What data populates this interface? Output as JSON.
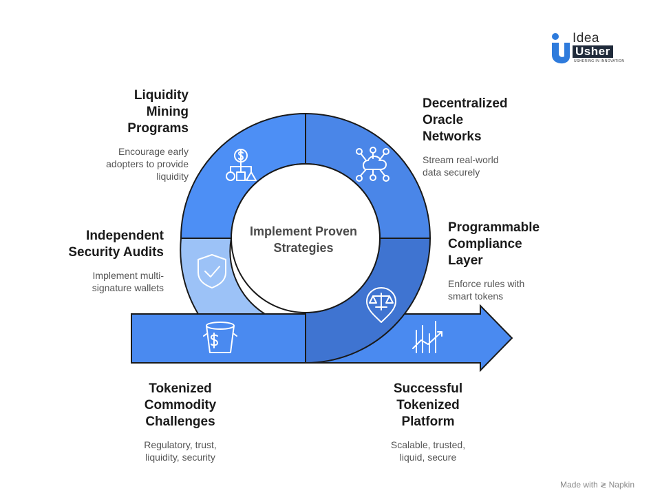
{
  "logo": {
    "line1": "Idea",
    "line2": "Usher",
    "tagline": "USHERING IN INNOVATION",
    "accent": "#2e7bdc"
  },
  "center": {
    "title": "Implement Proven Strategies"
  },
  "steps": [
    {
      "id": "liquidity",
      "title": [
        "Liquidity",
        "Mining",
        "Programs"
      ],
      "desc": [
        "Encourage early",
        "adopters to provide",
        "liquidity"
      ],
      "icon": "dollar-network-icon",
      "color": "#4d8ff5"
    },
    {
      "id": "oracle",
      "title": [
        "Decentralized",
        "Oracle",
        "Networks"
      ],
      "desc": [
        "Stream real-world",
        "data securely"
      ],
      "icon": "cloud-network-icon",
      "color": "#4a86e8"
    },
    {
      "id": "compliance",
      "title": [
        "Programmable",
        "Compliance",
        "Layer"
      ],
      "desc": [
        "Enforce rules with",
        "smart tokens"
      ],
      "icon": "scales-icon",
      "color": "#3f74d1"
    },
    {
      "id": "audits",
      "title": [
        "Independent",
        "Security Audits"
      ],
      "desc": [
        "Implement multi-",
        "signature wallets"
      ],
      "icon": "shield-check-icon",
      "color": "#9cc2f7"
    },
    {
      "id": "challenges",
      "title": [
        "Tokenized",
        "Commodity",
        "Challenges"
      ],
      "desc": [
        "Regulatory, trust,",
        "liquidity, security"
      ],
      "icon": "money-bucket-icon",
      "color": "#4a8af0"
    },
    {
      "id": "platform",
      "title": [
        "Successful",
        "Tokenized",
        "Platform"
      ],
      "desc": [
        "Scalable, trusted,",
        "liquid, secure"
      ],
      "icon": "growth-chart-icon",
      "color": "#3f74d1"
    }
  ],
  "credit": {
    "text": "Made with",
    "brand": "Napkin"
  }
}
